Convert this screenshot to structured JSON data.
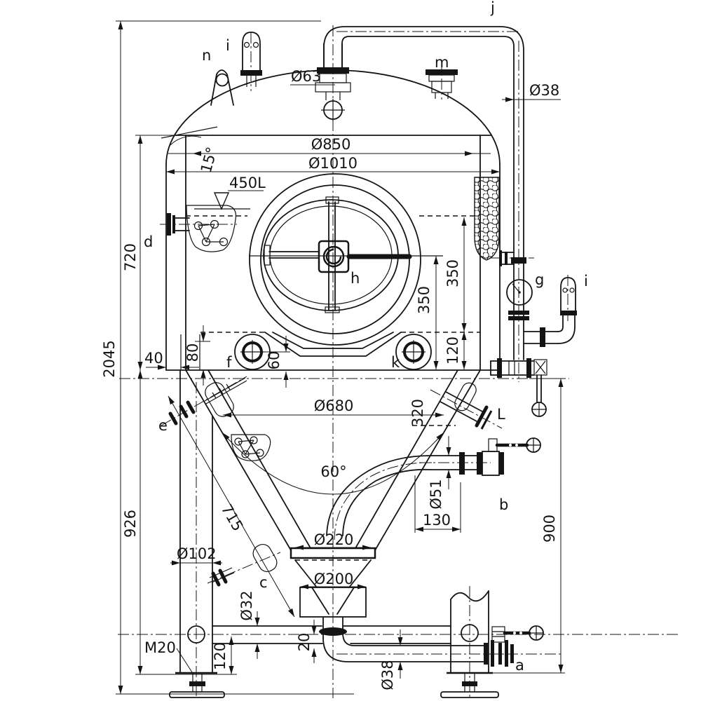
{
  "meta": {
    "description": "Engineering dimension drawing of a conical fermenter tank (front elevation)",
    "colors": {
      "line": "#141414",
      "background": "#ffffff"
    }
  },
  "labels": {
    "a": "a",
    "b": "b",
    "c": "c",
    "d": "d",
    "e": "e",
    "f": "f",
    "g": "g",
    "h": "h",
    "i_top": "i",
    "i_right": "i",
    "j": "j",
    "k": "k",
    "L": "L",
    "m": "m",
    "n": "n"
  },
  "dims": {
    "cip_dia": "Ø63",
    "head_dia": "Ø850",
    "shell_dia": "Ø1010",
    "gas_pipe_dia": "Ø38",
    "head_angle": "15°",
    "working_volume": "450L",
    "shell_height": "720",
    "total_height": "2045",
    "manway_to_bottom": "350",
    "jacket_band": "350",
    "jacket_to_bottom": "120",
    "skirt_offset": "40",
    "gusset_height": "80",
    "nozzle_offset": "60",
    "cone_top_dia": "Ø680",
    "cone_nozzle_offset": "320",
    "cone_angle": "60°",
    "cone_slant": "715",
    "lower_height": "926",
    "leg_dia": "Ø102",
    "racking_dia": "Ø51",
    "racking_offset": "130",
    "base_height": "900",
    "cone_flange_dia": "Ø220",
    "outlet_dia": "Ø200",
    "brace_dia": "Ø32",
    "drop_offset": "20",
    "foot_adjust": "120",
    "drain_dia": "Ø38",
    "foot_thread": "M20"
  }
}
